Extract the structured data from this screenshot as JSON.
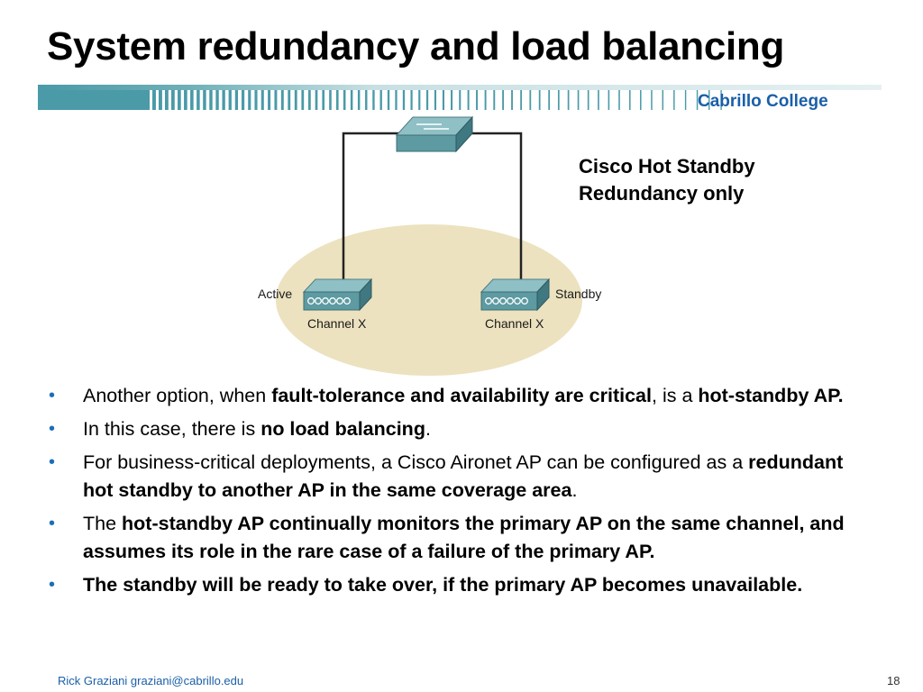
{
  "slide": {
    "title": "System redundancy and load balancing",
    "college": "Cabrillo College",
    "callout": {
      "line1": "Cisco Hot Standby",
      "line2": "Redundancy only"
    },
    "diagram": {
      "active_label": "Active",
      "standby_label": "Standby",
      "channel_left": "Channel X",
      "channel_right": "Channel X"
    },
    "bullets": [
      {
        "parts": [
          {
            "text": "Another option, when ",
            "bold": false
          },
          {
            "text": "fault-tolerance and availability are critical",
            "bold": true
          },
          {
            "text": ", is a ",
            "bold": false
          },
          {
            "text": "hot-standby AP.",
            "bold": true
          }
        ]
      },
      {
        "parts": [
          {
            "text": "In this case, there is ",
            "bold": false
          },
          {
            "text": "no load balancing",
            "bold": true
          },
          {
            "text": ".",
            "bold": false
          }
        ]
      },
      {
        "parts": [
          {
            "text": "For business-critical deployments, a Cisco Aironet AP can be configured as a ",
            "bold": false
          },
          {
            "text": "redundant hot standby to another AP in the same coverage area",
            "bold": true
          },
          {
            "text": ".",
            "bold": false
          }
        ]
      },
      {
        "parts": [
          {
            "text": "The ",
            "bold": false
          },
          {
            "text": "hot-standby AP continually monitors the primary AP on the same channel, and assumes its role in the rare case of a failure of the primary AP.",
            "bold": true
          }
        ]
      },
      {
        "parts": [
          {
            "text": "The standby will be ready to take over, if the primary AP becomes unavailable.",
            "bold": true
          }
        ]
      }
    ],
    "footer": {
      "author": "Rick Graziani  graziani@cabrillo.edu",
      "page": "18"
    }
  },
  "colors": {
    "accent_teal": "#4a9aa8",
    "college_blue": "#1a5fa8",
    "bullet_blue": "#1a6fb8",
    "coverage_fill": "#ece2bf",
    "device_teal": "#5fa0a8"
  }
}
